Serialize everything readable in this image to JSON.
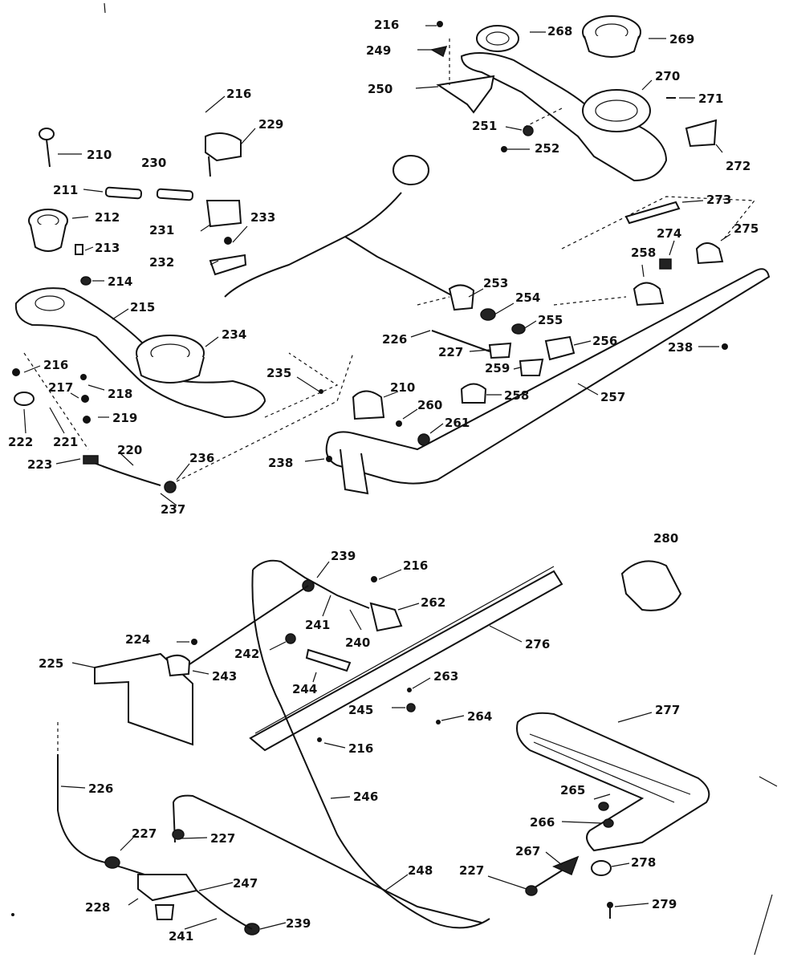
{
  "diagram": {
    "labels": {
      "p210a": "210",
      "p211": "211",
      "p212": "212",
      "p213": "213",
      "p214": "214",
      "p215": "215",
      "p216a": "216",
      "p216b": "216",
      "p216c": "216",
      "p216d": "216",
      "p216e": "216",
      "p217": "217",
      "p218": "218",
      "p219": "219",
      "p220": "220",
      "p221": "221",
      "p222": "222",
      "p223": "223",
      "p224": "224",
      "p225": "225",
      "p226a": "226",
      "p226b": "226",
      "p227a": "227",
      "p227b": "227",
      "p227c": "227",
      "p227d": "227",
      "p228": "228",
      "p229": "229",
      "p230": "230",
      "p231": "231",
      "p232": "232",
      "p233": "233",
      "p234": "234",
      "p235": "235",
      "p236": "236",
      "p237": "237",
      "p238a": "238",
      "p238b": "238",
      "p239a": "239",
      "p239b": "239",
      "p240": "240",
      "p241a": "241",
      "p241b": "241",
      "p242": "242",
      "p243": "243",
      "p244": "244",
      "p245": "245",
      "p246": "246",
      "p247": "247",
      "p248": "248",
      "p249": "249",
      "p250": "250",
      "p251": "251",
      "p252": "252",
      "p253": "253",
      "p254": "254",
      "p255": "255",
      "p256": "256",
      "p257": "257",
      "p258a": "258",
      "p258b": "258",
      "p259": "259",
      "p260": "260",
      "p261": "261",
      "p262": "262",
      "p263": "263",
      "p264": "264",
      "p265": "265",
      "p266": "266",
      "p267": "267",
      "p268": "268",
      "p269": "269",
      "p270": "270",
      "p271": "271",
      "p272": "272",
      "p273": "273",
      "p274": "274",
      "p275": "275",
      "p276": "276",
      "p277": "277",
      "p278": "278",
      "p279": "279",
      "p280": "280",
      "p210b": "210"
    }
  }
}
